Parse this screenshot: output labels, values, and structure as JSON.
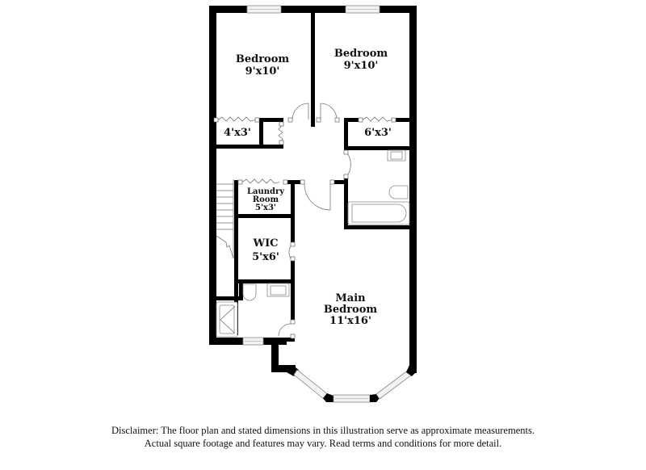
{
  "floor_plan": {
    "rooms": [
      {
        "name": "Bedroom",
        "dimensions": "9'x10'",
        "position": "top-left"
      },
      {
        "name": "Bedroom",
        "dimensions": "9'x10'",
        "position": "top-right"
      },
      {
        "name": "",
        "dimensions": "4'x3'",
        "position": "closet-left"
      },
      {
        "name": "",
        "dimensions": "6'x3'",
        "position": "closet-right"
      },
      {
        "name": "Laundry Room",
        "line1": "Laundry",
        "line2": "Room",
        "dimensions": "5'x3'",
        "position": "center-left"
      },
      {
        "name": "WIC",
        "dimensions": "5'x6'",
        "position": "left-middle"
      },
      {
        "name": "Main Bedroom",
        "line1": "Main",
        "line2": "Bedroom",
        "dimensions": "11'x16'",
        "position": "bottom-right"
      }
    ],
    "labels": {
      "bedroom_left_name": "Bedroom",
      "bedroom_left_dims": "9'x10'",
      "bedroom_right_name": "Bedroom",
      "bedroom_right_dims": "9'x10'",
      "closet_left_dims": "4'x3'",
      "closet_right_dims": "6'x3'",
      "laundry_line1": "Laundry",
      "laundry_line2": "Room",
      "laundry_dims": "5'x3'",
      "wic_name": "WIC",
      "wic_dims": "5'x6'",
      "main_line1": "Main",
      "main_line2": "Bedroom",
      "main_dims": "11'x16'"
    }
  },
  "disclaimer": {
    "line1": "Disclaimer: The floor plan and stated dimensions in this illustration serve as approximate measurements.",
    "line2": "Actual square footage and features may vary. Read terms and conditions for more detail."
  }
}
